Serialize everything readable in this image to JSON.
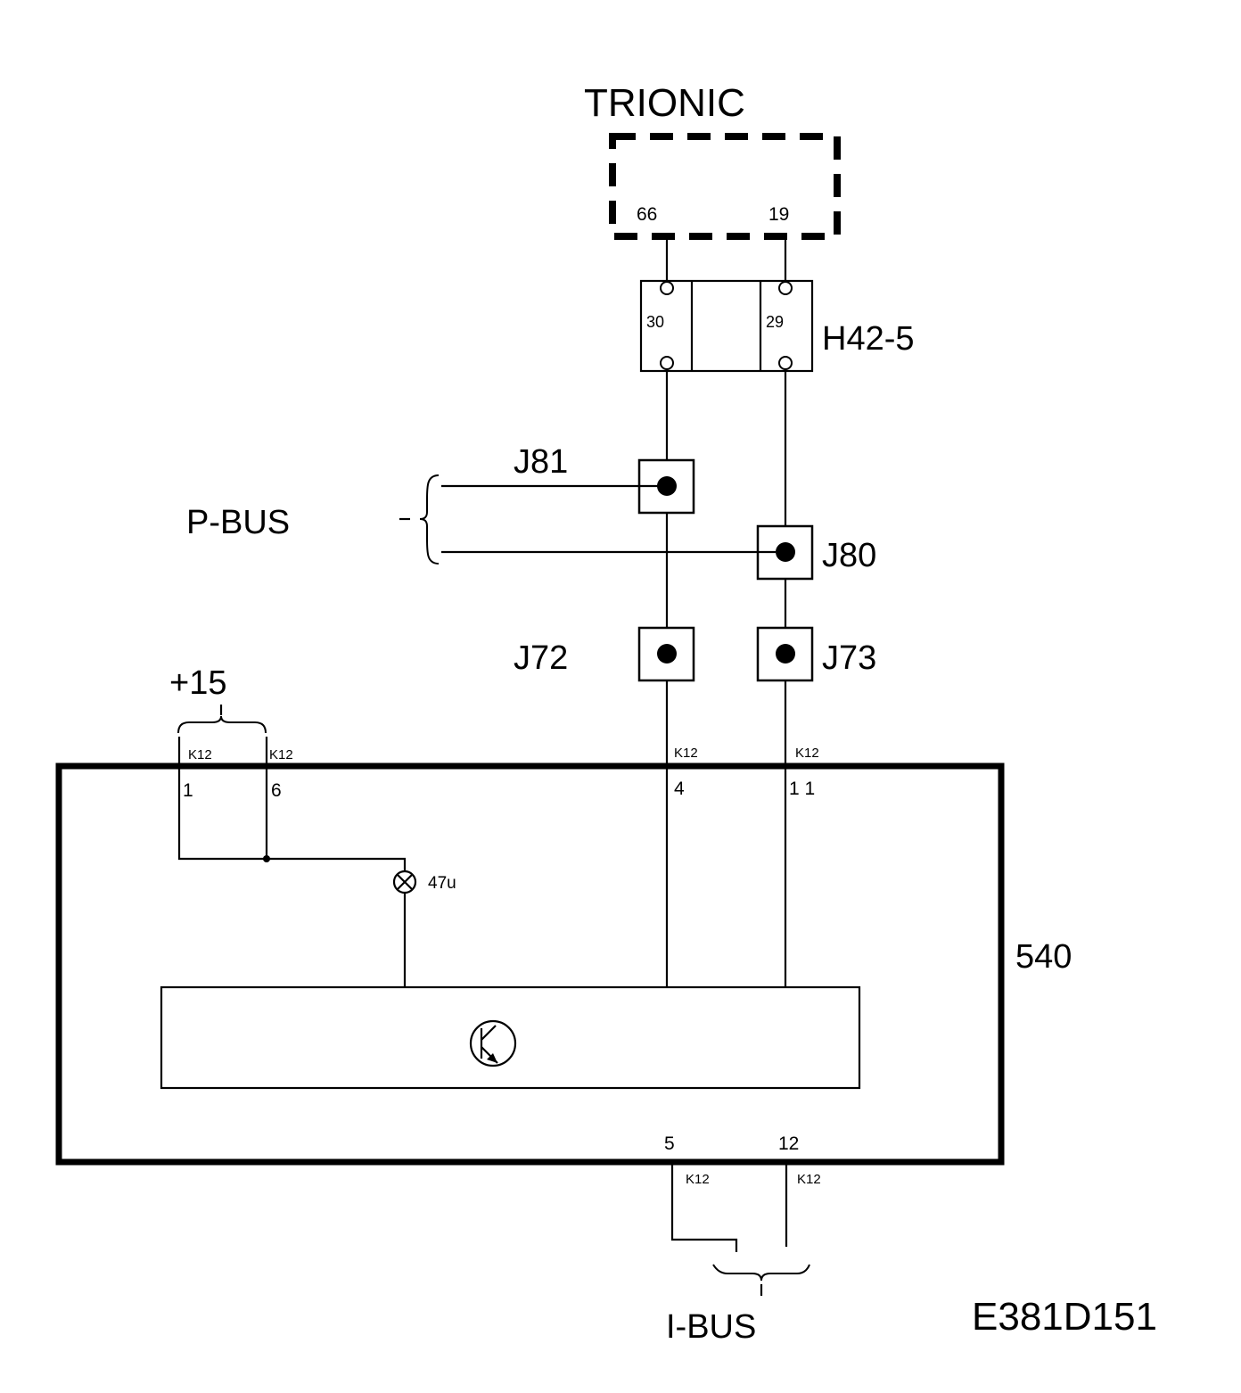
{
  "trionic": {
    "title": "TRIONIC",
    "pin_a": "66",
    "pin_b": "19"
  },
  "connector_h42": {
    "label": "H42-5",
    "pin_a": "30",
    "pin_b": "29"
  },
  "junctions": {
    "j81": "J81",
    "j80": "J80",
    "j72": "J72",
    "j73": "J73"
  },
  "p_bus": {
    "label": "P-BUS"
  },
  "supply": {
    "label": "+15"
  },
  "module": {
    "label": "540",
    "connector_code": "K12",
    "pins_top": [
      "1",
      "6",
      "4",
      "1 1"
    ],
    "pins_bottom": [
      "5",
      "12"
    ],
    "lamp_label": "47u"
  },
  "i_bus": {
    "label": "I-BUS"
  },
  "drawing_id": "E381D151"
}
